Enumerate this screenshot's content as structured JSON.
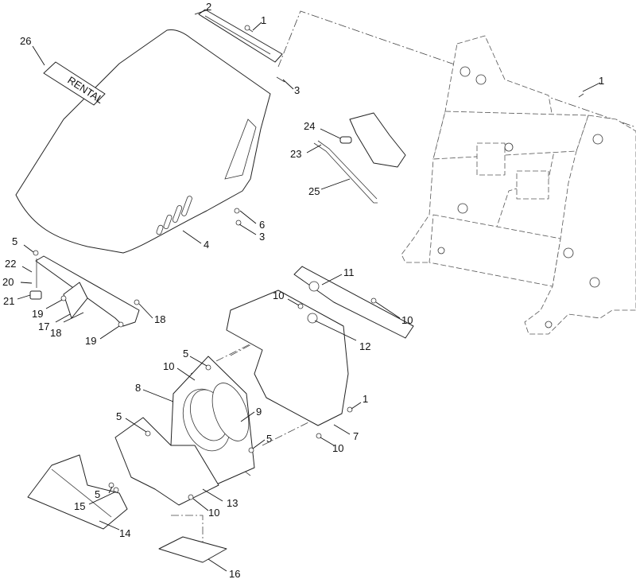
{
  "decal": {
    "text": "RENTAL"
  },
  "callouts": [
    {
      "id": "c2",
      "label": "2"
    },
    {
      "id": "c1a",
      "label": "1"
    },
    {
      "id": "c1b",
      "label": "1"
    },
    {
      "id": "c26",
      "label": "26"
    },
    {
      "id": "c3a",
      "label": "3"
    },
    {
      "id": "c24",
      "label": "24"
    },
    {
      "id": "c23",
      "label": "23"
    },
    {
      "id": "c25",
      "label": "25"
    },
    {
      "id": "c6",
      "label": "6"
    },
    {
      "id": "c3b",
      "label": "3"
    },
    {
      "id": "c4",
      "label": "4"
    },
    {
      "id": "c5a",
      "label": "5"
    },
    {
      "id": "c22",
      "label": "22"
    },
    {
      "id": "c20",
      "label": "20"
    },
    {
      "id": "c21",
      "label": "21"
    },
    {
      "id": "c19a",
      "label": "19"
    },
    {
      "id": "c17",
      "label": "17"
    },
    {
      "id": "c18a",
      "label": "18"
    },
    {
      "id": "c18b",
      "label": "18"
    },
    {
      "id": "c19b",
      "label": "19"
    },
    {
      "id": "c11",
      "label": "11"
    },
    {
      "id": "c10a",
      "label": "10"
    },
    {
      "id": "c10b",
      "label": "10"
    },
    {
      "id": "c12",
      "label": "12"
    },
    {
      "id": "c5b",
      "label": "5"
    },
    {
      "id": "c10c",
      "label": "10"
    },
    {
      "id": "c8",
      "label": "8"
    },
    {
      "id": "c9",
      "label": "9"
    },
    {
      "id": "c1c",
      "label": "1"
    },
    {
      "id": "c7",
      "label": "7"
    },
    {
      "id": "c5c",
      "label": "5"
    },
    {
      "id": "c10d",
      "label": "10"
    },
    {
      "id": "c5d",
      "label": "5"
    },
    {
      "id": "c5e",
      "label": "5"
    },
    {
      "id": "c15",
      "label": "15"
    },
    {
      "id": "c13",
      "label": "13"
    },
    {
      "id": "c10e",
      "label": "10"
    },
    {
      "id": "c14",
      "label": "14"
    },
    {
      "id": "c16",
      "label": "16"
    }
  ]
}
